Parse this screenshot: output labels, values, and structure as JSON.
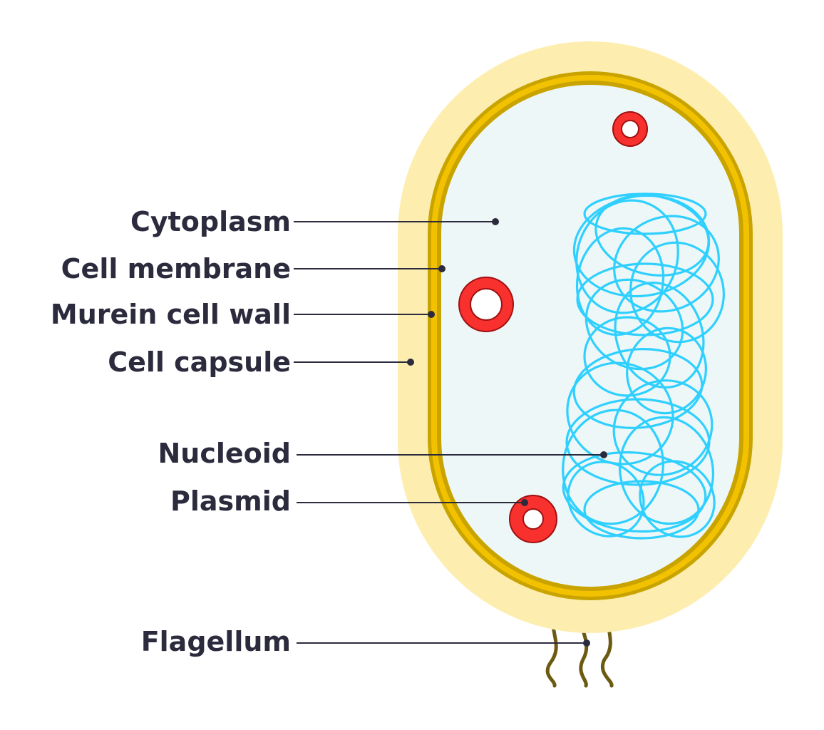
{
  "labels": {
    "cytoplasm": "Cytoplasm",
    "cell_membrane": "Cell membrane",
    "murein_cell_wall": "Murein cell wall",
    "cell_capsule": "Cell capsule",
    "nucleoid": "Nucleoid",
    "plasmid": "Plasmid",
    "flagellum": "Flagellum"
  },
  "colors": {
    "capsule": "#fdeeb0",
    "cell_wall": "#c9a400",
    "wall_band": "#f2c200",
    "cytoplasm": "#eef7f7",
    "nucleoid": "#2fd0ff",
    "plasmid_fill": "#f8302e",
    "plasmid_stroke": "#a01010",
    "flagellum": "#6b5a10",
    "leader": "#2b2b3d",
    "text": "#2b2b3d"
  }
}
